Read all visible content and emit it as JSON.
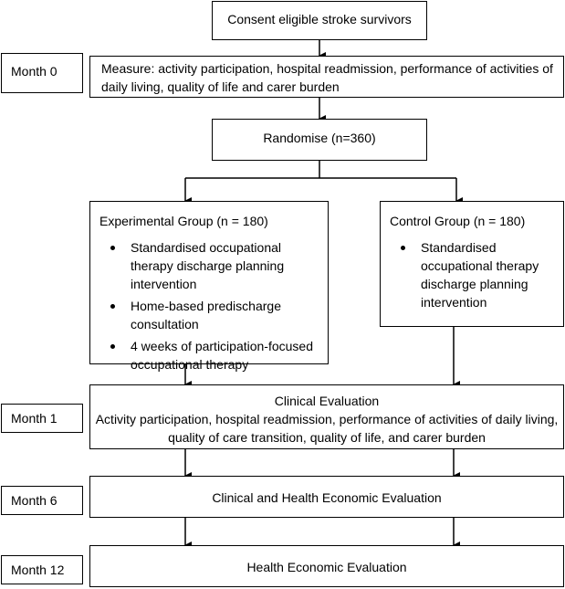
{
  "consent": "Consent eligible stroke survivors",
  "measure": "Measure: activity participation, hospital readmission, performance of activities of daily living, quality of life and carer burden",
  "randomise": "Randomise (n=360)",
  "experimental": {
    "title": "Experimental Group (n = 180)",
    "items": [
      "Standardised occupational therapy discharge planning intervention",
      "Home-based predischarge consultation",
      "4 weeks of participation-focused occupational therapy"
    ]
  },
  "control": {
    "title": "Control Group (n = 180)",
    "items": [
      "Standardised occupational therapy discharge planning intervention"
    ]
  },
  "clinical": {
    "title": "Clinical Evaluation",
    "body": "Activity participation, hospital readmission, performance of activities of daily living, quality of care transition, quality of life, and carer burden"
  },
  "clinical_health": "Clinical and Health Economic Evaluation",
  "health": "Health Economic Evaluation",
  "months": {
    "m0": "Month 0",
    "m1": "Month 1",
    "m6": "Month 6",
    "m12": "Month 12"
  }
}
